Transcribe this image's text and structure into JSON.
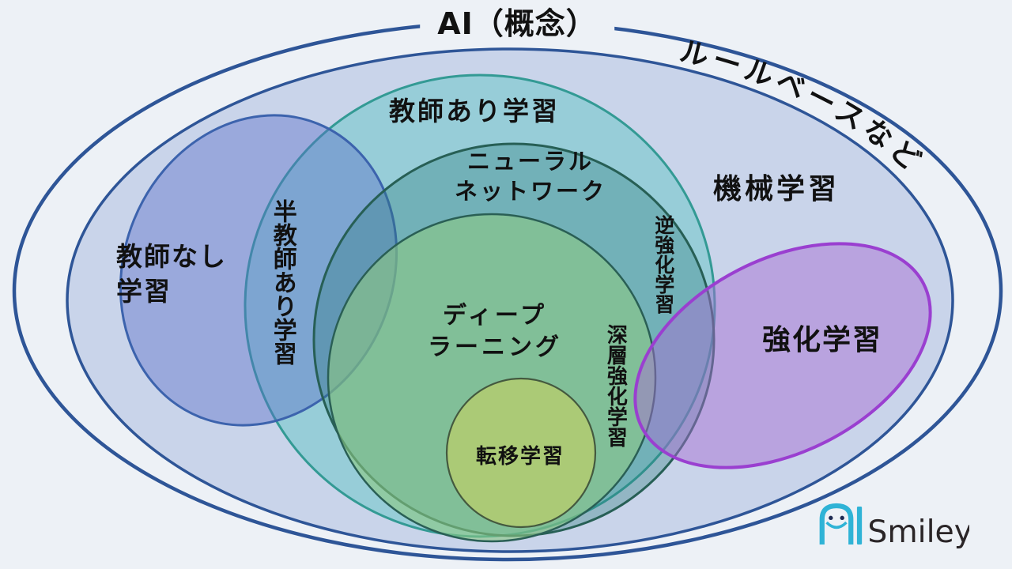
{
  "title": "AI（概念）",
  "labels": {
    "rule_based": "ルールベースなど",
    "machine_learning": "機械学習",
    "supervised": "教師あり学習",
    "unsupervised_line1": "教師なし",
    "unsupervised_line2": "学習",
    "semi_supervised": "半教師あり学習",
    "neural_network_line1": "ニューラル",
    "neural_network_line2": "ネットワーク",
    "deep_learning_line1": "ディープ",
    "deep_learning_line2": "ラーニング",
    "transfer_learning": "転移学習",
    "inverse_reinforcement": "逆強化学習",
    "deep_reinforcement": "深層強化学習",
    "reinforcement": "強化学習"
  },
  "logo": {
    "mark": "AI-smiley-mark",
    "brand": "Smiley"
  },
  "colors": {
    "background": "#edf1f6",
    "outer_stroke": "#2e5597",
    "ml_fill": "#c9d4ea",
    "ml_stroke": "#2e5597",
    "supervised_fill": "#6ec6c9",
    "supervised_stroke": "#339a94",
    "unsupervised_fill": "#5a6ec8",
    "unsupervised_stroke": "#3c63ad",
    "nn_fill": "#2d7d7d",
    "nn_stroke": "#275f55",
    "dl_fill": "#8cc882",
    "dl_stroke": "#2a5f55",
    "transfer_fill": "#b5cd6e",
    "transfer_stroke": "#44593f",
    "rl_fill": "#a86fd4",
    "rl_stroke": "#9a3fd0",
    "label_text": "#111111",
    "logo_cyan": "#2fb3d6",
    "logo_eye": "#1e2a52",
    "logo_text": "#2a2527"
  }
}
